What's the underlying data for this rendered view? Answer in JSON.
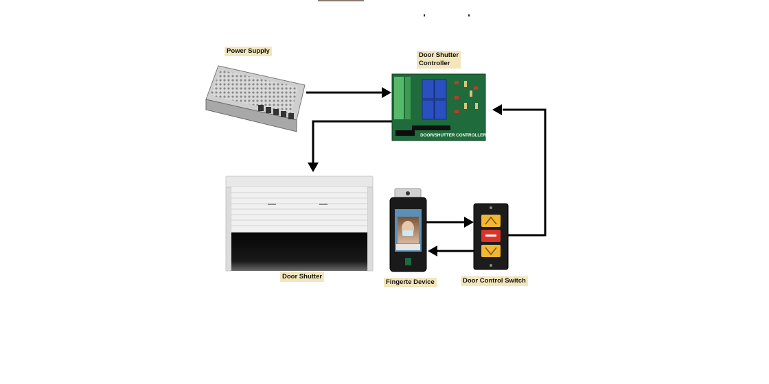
{
  "diagram": {
    "labels": {
      "power_supply": "Power Supply",
      "controller": "Door Shutter\nController",
      "door_shutter": "Door Shutter",
      "device": "Fingerte Device",
      "control_switch": "Door Control Switch"
    },
    "controller_board_text": "DOOR/SHUTTER CONTROLLER",
    "connections": [
      {
        "from": "power_supply",
        "to": "controller"
      },
      {
        "from": "controller",
        "to": "door_shutter"
      },
      {
        "from": "device",
        "to": "control_switch"
      },
      {
        "from": "control_switch",
        "to": "device"
      },
      {
        "from": "control_switch",
        "to": "controller"
      }
    ],
    "colors": {
      "label_bg": "#f3e6bd",
      "arrow": "#000000",
      "pcb_green": "#1f6b3c",
      "relay_blue": "#2a4fbf",
      "button_yellow": "#f2b632",
      "button_red": "#d8342a"
    }
  }
}
